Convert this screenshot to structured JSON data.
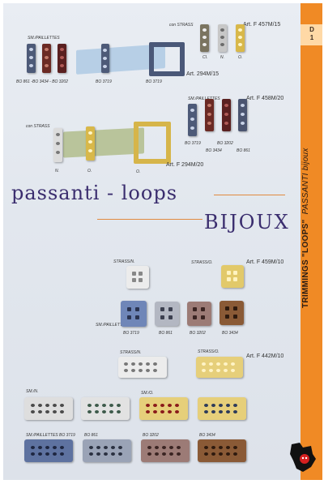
{
  "sidebar": {
    "code": "D\n1",
    "label_bold": "TRIMMINGS \"LOOPS\"",
    "label_italic": "PASSANTI bijoux",
    "color": "#f08a25"
  },
  "titles": {
    "main": "passanti - loops",
    "sub": "BIJOUX"
  },
  "section1": {
    "tag_sm": "SM./PAILLETTES",
    "codes_left": "BO 861 -BO 3434 - BO 3202",
    "code_single": "BO 3719",
    "code_buckle": "BO 3719",
    "tag_strass": "con STRASS",
    "art_right": "Art. F 457M/15",
    "art_buckle": "Art. 294M/15",
    "letters": [
      "CI.",
      "N.",
      "O."
    ]
  },
  "section2": {
    "tag_sm": "SM./PAILLETTES",
    "art_right": "Art. F 458M/20",
    "codes": [
      "BO 3719",
      "BO 3202",
      "BO 3434",
      "BO 861"
    ],
    "tag_strass": "con STRASS",
    "letters": [
      "N.",
      "O.",
      "O."
    ],
    "art_buckle": "Art. F 294M/20"
  },
  "section3": {
    "strass_n": "STRASS/N.",
    "strass_o": "STRASS/O.",
    "art": "Art. F 459M/10",
    "tag_sm": "SM./PAILLETTES",
    "codes": [
      "BO 3719",
      "BO 861",
      "BO 3202",
      "BO 3434"
    ]
  },
  "section4": {
    "strass_n": "STRASS/N.",
    "strass_o": "STRASS/O.",
    "art": "Art. F 442M/10",
    "sm_n": "SM./N.",
    "sm_o": "SM./O.",
    "codes_bottom": [
      "SM./PAILLETTES BO 3719",
      "BO 861",
      "BO 3202",
      "BO 3434"
    ]
  }
}
